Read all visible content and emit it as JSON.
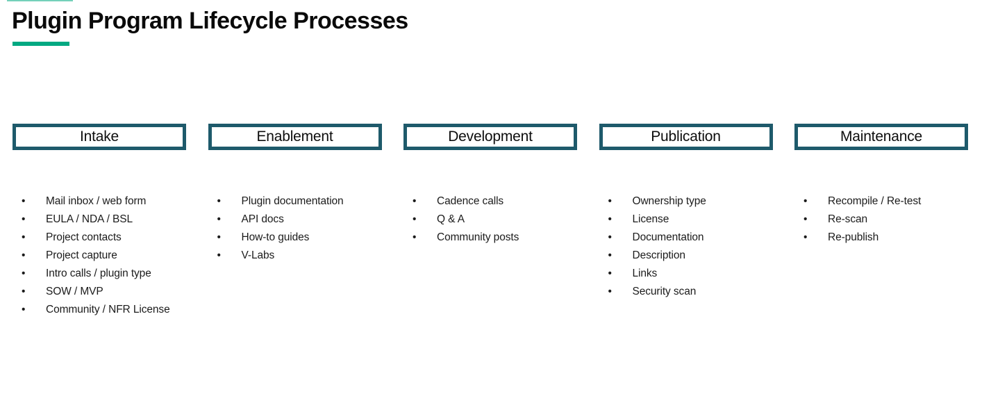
{
  "page": {
    "title": "Plugin Program Lifecycle Processes"
  },
  "colors": {
    "accent_green": "#01A982",
    "box_border_teal": "#1E5A6B",
    "text_color": "#1b1b1b"
  },
  "columns": [
    {
      "header": "Intake",
      "items": [
        "Mail inbox / web form",
        "EULA / NDA / BSL",
        "Project contacts",
        "Project capture",
        "Intro calls / plugin type",
        "SOW / MVP",
        "Community / NFR License"
      ]
    },
    {
      "header": "Enablement",
      "items": [
        "Plugin documentation",
        "API docs",
        "How-to guides",
        "V-Labs"
      ]
    },
    {
      "header": "Development",
      "items": [
        "Cadence calls",
        "Q & A",
        "Community posts"
      ]
    },
    {
      "header": "Publication",
      "items": [
        "Ownership type",
        "License",
        "Documentation",
        "Description",
        "Links",
        "Security scan"
      ]
    },
    {
      "header": "Maintenance",
      "items": [
        "Recompile / Re-test",
        "Re-scan",
        "Re-publish"
      ]
    }
  ]
}
